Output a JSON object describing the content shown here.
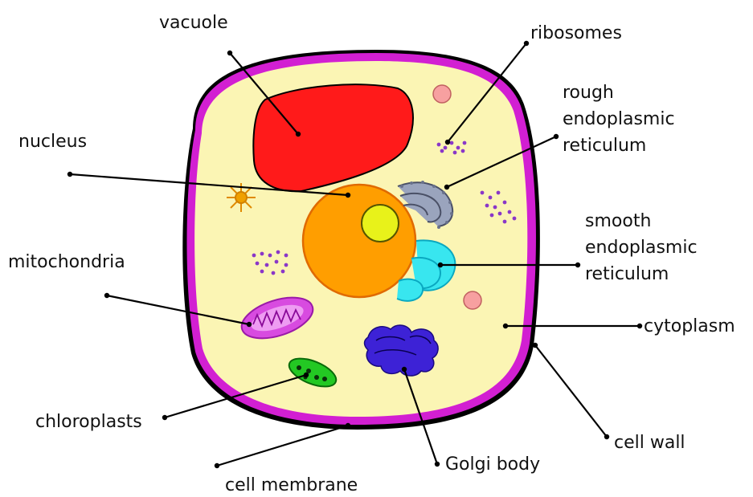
{
  "diagram": {
    "labels": {
      "vacuole": "vacuole",
      "ribosomes": "ribosomes",
      "rough_er": [
        "rough",
        "endoplasmic",
        "reticulum"
      ],
      "nucleus": "nucleus",
      "smooth_er": [
        "smooth",
        "endoplasmic",
        "reticulum"
      ],
      "mitochondria": "mitochondria",
      "cytoplasm": "cytoplasm",
      "chloroplasts": "chloroplasts",
      "cell_wall": "cell wall",
      "golgi_body": "Golgi body",
      "cell_membrane": "cell membrane"
    }
  },
  "colors": {
    "cell_wall": "#000000",
    "cell_membrane": "#d21fd2",
    "cytoplasm": "#fbf5b4",
    "vacuole": "#ff1a1a",
    "nucleus": "#ff9e00",
    "nucleolus": "#e8f21a",
    "rough_er": "#9aa4bd",
    "smooth_er": "#38e6ef",
    "mitochondria": "#d84be0",
    "chloroplast": "#23c823",
    "golgi": "#3d22d6",
    "ribosome": "#8a37c8",
    "lysosome": "#f7a0a0",
    "centrosome": "#f0a000"
  }
}
